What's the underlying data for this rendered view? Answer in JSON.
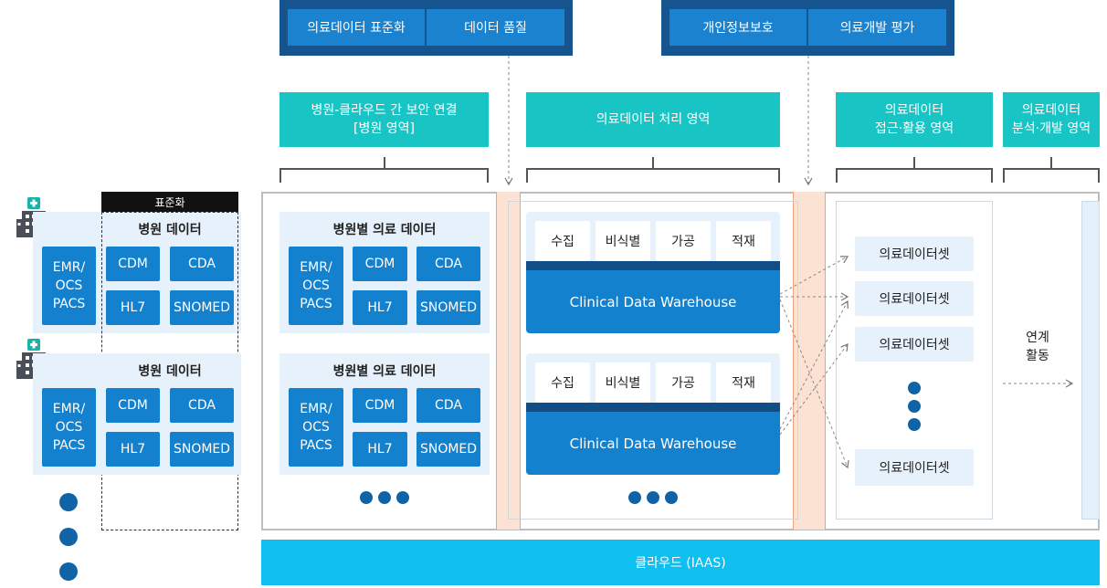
{
  "top_groups": [
    {
      "buttons": [
        "의료데이터 표준화",
        "데이터 품질"
      ]
    },
    {
      "buttons": [
        "개인정보보호",
        "의료개발 평가"
      ]
    }
  ],
  "areas": {
    "hospital_connection": "병원-클라우드 간 보안 연결\n[병원 영역]",
    "processing": "의료데이터 처리 영역",
    "access": "의료데이터\n접근·활용 영역",
    "analysis": "의료데이터\n분석·개발 영역"
  },
  "standardization_label": "표준화",
  "hospital_panels": [
    {
      "title": "병원 데이터",
      "emr": "EMR/\nOCS\nPACS",
      "codes": [
        "CDM",
        "CDA",
        "HL7",
        "SNOMED"
      ]
    },
    {
      "title": "병원 데이터",
      "emr": "EMR/\nOCS\nPACS",
      "codes": [
        "CDM",
        "CDA",
        "HL7",
        "SNOMED"
      ]
    }
  ],
  "hospital_medical_panels": [
    {
      "title": "병원별 의료 데이터",
      "emr": "EMR/\nOCS\nPACS",
      "codes": [
        "CDM",
        "CDA",
        "HL7",
        "SNOMED"
      ]
    },
    {
      "title": "병원별 의료 데이터",
      "emr": "EMR/\nOCS\nPACS",
      "codes": [
        "CDM",
        "CDA",
        "HL7",
        "SNOMED"
      ]
    }
  ],
  "cdw_blocks": [
    {
      "steps": [
        "수집",
        "비식별",
        "가공",
        "적재"
      ],
      "label": "Clinical Data Warehouse"
    },
    {
      "steps": [
        "수집",
        "비식별",
        "가공",
        "적재"
      ],
      "label": "Clinical Data Warehouse"
    }
  ],
  "datasets": [
    "의료데이터셋",
    "의료데이터셋",
    "의료데이터셋",
    "의료데이터셋"
  ],
  "link_activity": "연계\n활동",
  "cloud_bar": "클라우드 (IAAS)",
  "colors": {
    "navy": "#16548f",
    "blue": "#1481cf",
    "teal": "#18c4c4",
    "cloud": "#0fbfef",
    "peach": "#fbe2d2",
    "dot": "#0f63a6"
  },
  "icons": [
    "hospital-icon"
  ]
}
